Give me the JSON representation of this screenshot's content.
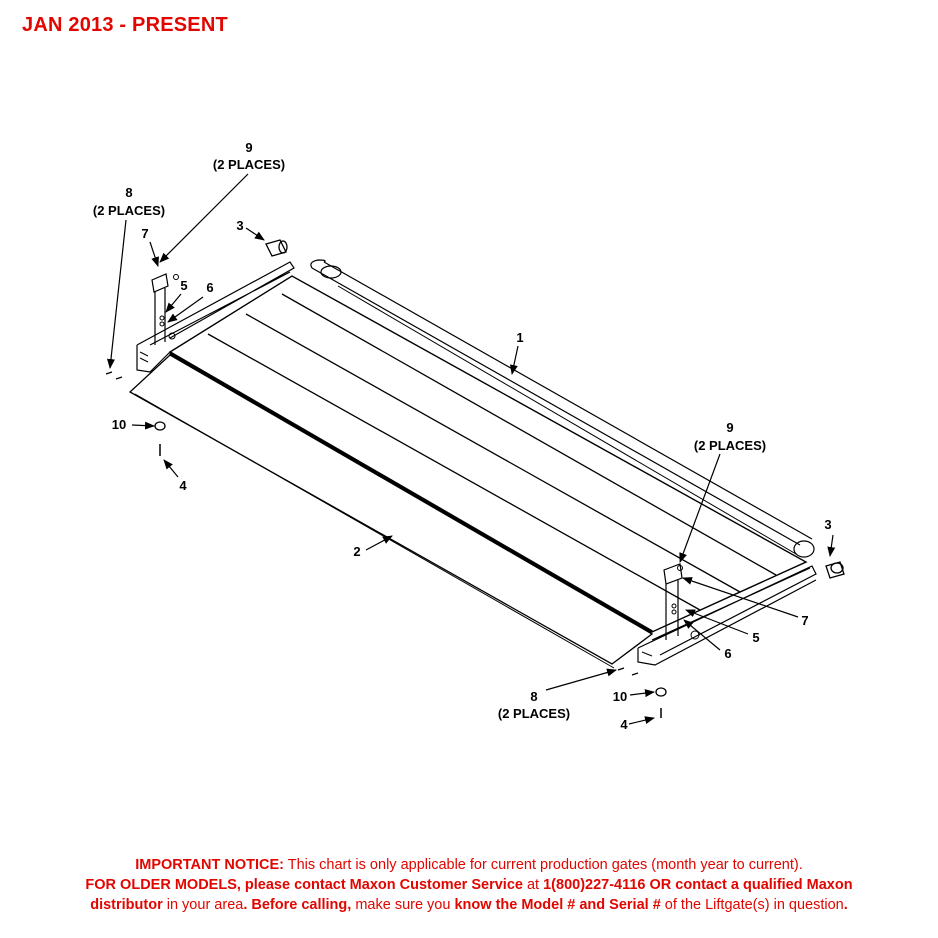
{
  "header": {
    "title": "JAN 2013 - PRESENT"
  },
  "callouts": {
    "c1": "1",
    "c2": "2",
    "c3a": "3",
    "c3b": "3",
    "c4a": "4",
    "c4b": "4",
    "c5a": "5",
    "c5b": "5",
    "c6a": "6",
    "c6b": "6",
    "c7a": "7",
    "c7b": "7",
    "c8a": "8",
    "c8a_places": "(2 PLACES)",
    "c8b": "8",
    "c8b_places": "(2 PLACES)",
    "c9a": "9",
    "c9a_places": "(2 PLACES)",
    "c9b": "9",
    "c9b_places": "(2 PLACES)",
    "c10a": "10",
    "c10b": "10"
  },
  "notice": {
    "l1_bold": "IMPORTANT NOTICE:",
    "l1_text": " This chart is only applicable for current production gates (month year to current).",
    "l2_bold": "FOR OLDER MODELS, please contact Maxon Customer Service",
    "l2_text": " at ",
    "l2_bold2": "1(800)227-4116 OR contact a qualified Maxon",
    "l3_bold": "distributor",
    "l3_text": " in your area",
    "l3_bold2": ". Before calling,",
    "l3_text2": " make sure you ",
    "l3_bold3": "know the Model # and Serial #",
    "l3_text3": " of the Liftgate(s) in question",
    "l3_bold4": "."
  },
  "colors": {
    "notice_red": "#e10600",
    "line": "#000000"
  }
}
